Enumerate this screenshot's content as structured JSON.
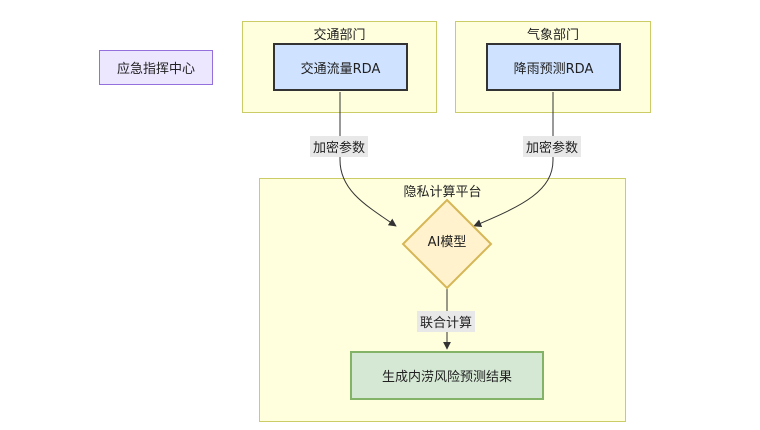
{
  "nodes": {
    "emergency_center": "应急指挥中心",
    "traffic_rda": "交通流量RDA",
    "rain_rda": "降雨预测RDA",
    "ai_model": "AI模型",
    "result": "生成内涝风险预测结果"
  },
  "clusters": {
    "traffic_dept": "交通部门",
    "weather_dept": "气象部门",
    "privacy_platform": "隐私计算平台"
  },
  "edges": {
    "traffic_to_ai": "加密参数",
    "rain_to_ai": "加密参数",
    "ai_to_result": "联合计算"
  },
  "colors": {
    "cluster_fill": "#ffffde",
    "cluster_border": "#cccc66",
    "rda_fill": "#cfe2ff",
    "diamond_fill": "#fff2cc",
    "diamond_border": "#d6b656",
    "result_fill": "#d5e8d4",
    "result_border": "#82b366",
    "emergency_fill": "#ece6ff",
    "emergency_border": "#9370db"
  }
}
